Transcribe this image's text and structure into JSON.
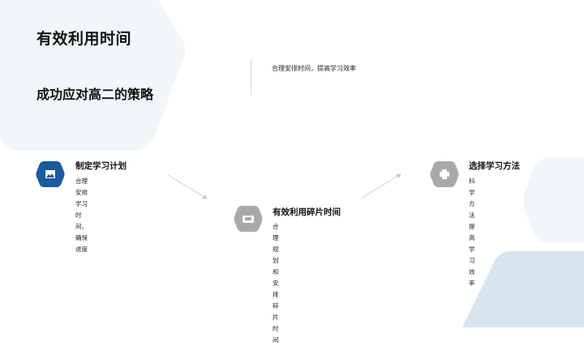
{
  "slide": {
    "title": "有效利用时间",
    "subtitle": "成功应对高二的策略",
    "summary": "合理安排时间，提高学习效率"
  },
  "colors": {
    "accent_blue": "#1a5a9e",
    "icon_gray": "#a9a9a9",
    "bg_hex_light": "#f2f6f9",
    "bg_hex_blue": "#d7e5f0",
    "arrow": "#c8c8c8"
  },
  "steps": [
    {
      "title": "制定学习计划",
      "desc_line1": "合理安排学习时间，",
      "desc_line2": "确保进度",
      "icon": "image-icon"
    },
    {
      "title": "有效利用碎片时间",
      "desc_line1": "合理规划和安排碎片",
      "desc_line2": "时间",
      "icon": "sofa-icon"
    },
    {
      "title": "选择学习方法",
      "desc_line1": "科学方法提高学习效",
      "desc_line2": "率",
      "icon": "printer-icon"
    }
  ]
}
